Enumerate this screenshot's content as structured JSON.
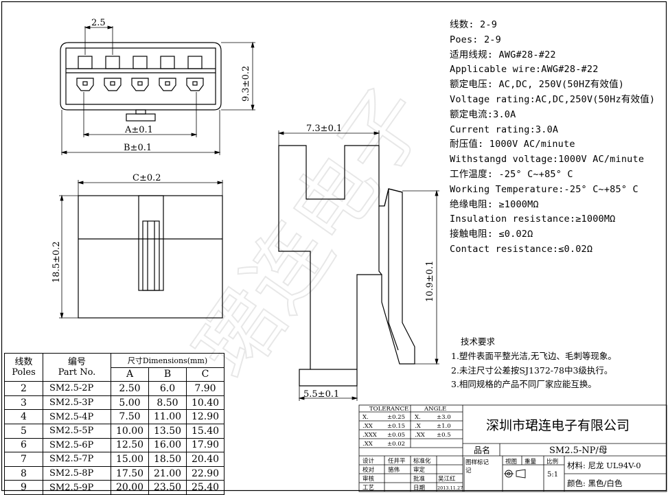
{
  "specs": [
    "线数: 2-9",
    "Poes: 2-9",
    "适用线规: AWG#28-#22",
    "Applicable wire:AWG#28-#22",
    "额定电压: AC,DC, 250V(50HZ有效值)",
    "Voltage rating:AC,DC,250V(50Hz有效值)",
    "额定电流:3.0A",
    "Current rating:3.0A",
    "耐压值: 1000V AC/minute",
    "Withstangd voltage:1000V AC/minute",
    "工作温度: -25° C~+85° C",
    "Working Temperature:-25° C~+85° C",
    "绝缘电阻: ≥1000MΩ",
    "Insulation resistance:≥1000MΩ",
    "接触电阻: ≤0.02Ω",
    "Contact resistance:≤0.02Ω"
  ],
  "notes": {
    "title": "技术要求",
    "items": [
      "1.塑件表面平整光洁,无飞边、毛刺等现象。",
      "2.未注尺寸公差按SJ1372-78中3级执行。",
      "3.相同规格的产品不同厂家应能互换。"
    ]
  },
  "dimensions": {
    "pitch": "2.5",
    "height_front": "9.3±0.2",
    "a": "A±0.1",
    "b": "B±0.1",
    "c": "C±0.2",
    "height_back": "18.5±0.2",
    "side_width": "7.3±0.1",
    "side_height": "10.9±0.1",
    "side_base": "5.5±0.1"
  },
  "table": {
    "h_poles_cn": "线数",
    "h_poles_en": "Poles",
    "h_part_cn": "编号",
    "h_part_en": "Part No.",
    "h_dims": "尺寸Dimensions(mm)",
    "h_a": "A",
    "h_b": "B",
    "h_c": "C",
    "rows": [
      {
        "poles": "2",
        "part": "SM2.5-2P",
        "a": "2.50",
        "b": "6.0",
        "c": "7.90"
      },
      {
        "poles": "3",
        "part": "SM2.5-3P",
        "a": "5.00",
        "b": "8.50",
        "c": "10.40"
      },
      {
        "poles": "4",
        "part": "SM2.5-4P",
        "a": "7.50",
        "b": "11.00",
        "c": "12.90"
      },
      {
        "poles": "5",
        "part": "SM2.5-5P",
        "a": "10.00",
        "b": "13.50",
        "c": "15.40"
      },
      {
        "poles": "6",
        "part": "SM2.5-6P",
        "a": "12.50",
        "b": "16.00",
        "c": "17.90"
      },
      {
        "poles": "7",
        "part": "SM2.5-7P",
        "a": "15.00",
        "b": "18.50",
        "c": "20.40"
      },
      {
        "poles": "8",
        "part": "SM2.5-8P",
        "a": "17.50",
        "b": "21.00",
        "c": "22.90"
      },
      {
        "poles": "9",
        "part": "SM2.5-9P",
        "a": "20.00",
        "b": "23.50",
        "c": "25.40"
      }
    ]
  },
  "titleblock": {
    "tolerance": "TOLERANCE",
    "angle": "ANGLE",
    "tol_rows": [
      {
        "k": "X.",
        "v": "±0.25",
        "ak": "X.",
        "av": "±3.0"
      },
      {
        "k": ".XX",
        "v": "±0.15",
        "ak": ".X",
        "av": "±1.0"
      },
      {
        "k": ".XXX",
        "v": "±0.05",
        "ak": ".XX",
        "av": "±0.5"
      },
      {
        "k": ".XX",
        "v": "±0.02",
        "ak": "",
        "av": ""
      }
    ],
    "company": "深圳市珺连电子有限公司",
    "product_label": "品名",
    "product": "SM2.5-NP/母",
    "material": "材料: 尼龙 UL94V-0",
    "color": "颜色: 黑色/白色",
    "stage_label": "图样标记",
    "weight_label": "重量",
    "scale_label": "比例",
    "view_label": "视图",
    "scale": "5:1",
    "sig_design": "设计",
    "sig_designer": "任井平",
    "sig_std": "标准化",
    "sig_check": "校对",
    "sig_checker": "骆伟",
    "sig_review2": "审定",
    "sig_review": "审核",
    "sig_approve": "批准",
    "sig_approver": "吴江红",
    "sig_process": "工艺",
    "sig_date": "日期",
    "date": "2013.11.27",
    "sig_stage": "记"
  },
  "watermark": "珺连电子"
}
